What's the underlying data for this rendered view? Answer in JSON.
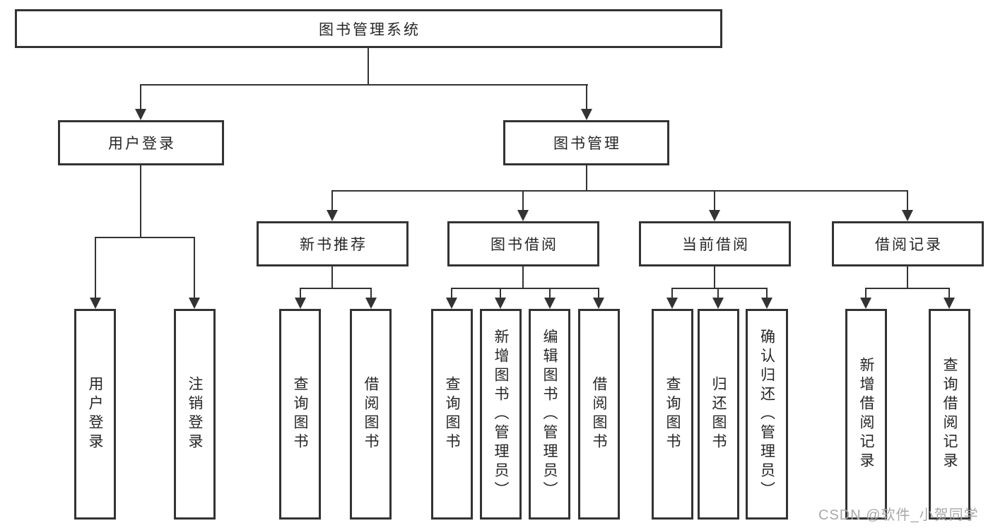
{
  "diagram": {
    "root": {
      "label": "图书管理系统"
    },
    "branches": [
      {
        "label": "用户登录",
        "children": [
          {
            "label": "用户登录"
          },
          {
            "label": "注销登录"
          }
        ]
      },
      {
        "label": "图书管理",
        "modules": [
          {
            "label": "新书推荐",
            "children": [
              {
                "label": "查询图书"
              },
              {
                "label": "借阅图书"
              }
            ]
          },
          {
            "label": "图书借阅",
            "children": [
              {
                "label": "查询图书"
              },
              {
                "label": "新增图书（管理员）"
              },
              {
                "label": "编辑图书（管理员）"
              },
              {
                "label": "借阅图书"
              }
            ]
          },
          {
            "label": "当前借阅",
            "children": [
              {
                "label": "查询图书"
              },
              {
                "label": "归还图书"
              },
              {
                "label": "确认归还（管理员）"
              }
            ]
          },
          {
            "label": "借阅记录",
            "children": [
              {
                "label": "新增借阅记录"
              },
              {
                "label": "查询借阅记录"
              }
            ]
          }
        ]
      }
    ]
  },
  "watermark": {
    "text": "CSDN @软件_小贺同学"
  },
  "colors": {
    "line": "#333333",
    "text": "#262626",
    "box_background": "#ffffff",
    "page_background": "#ffffff",
    "watermark": "#a8a8a8"
  }
}
